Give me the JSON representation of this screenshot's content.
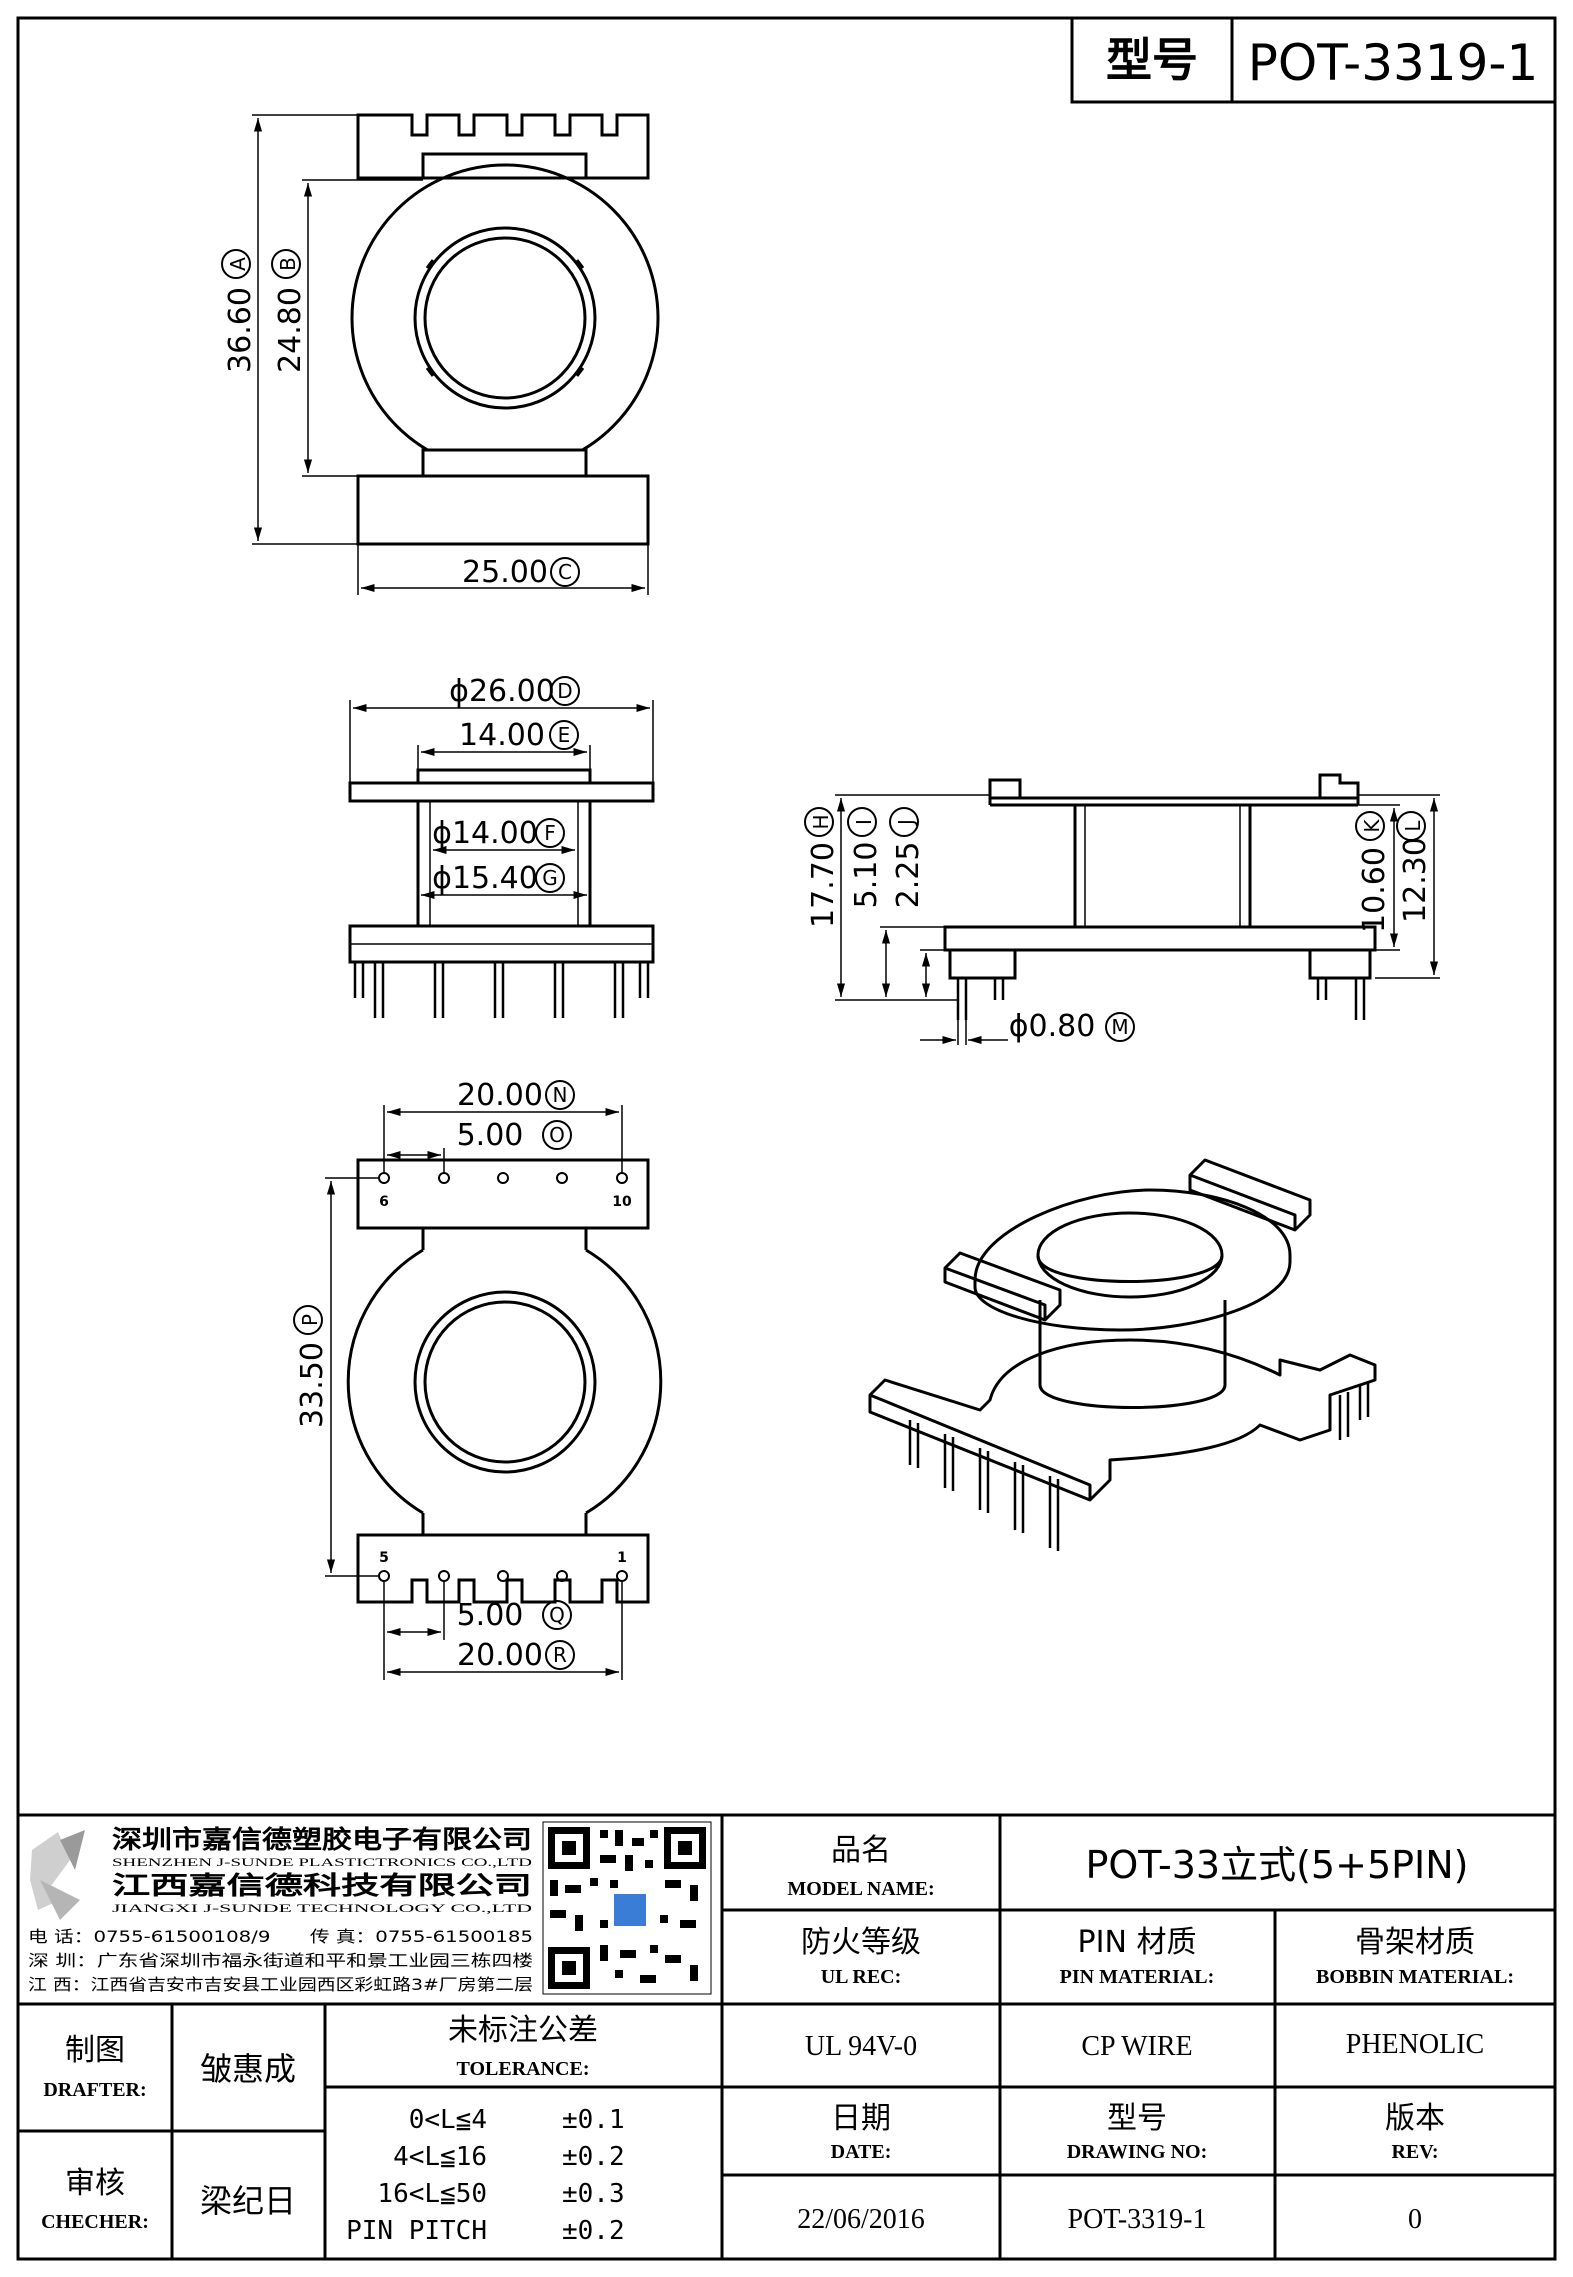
{
  "title_block": {
    "model_label": "型号",
    "model_value": "POT-3319-1"
  },
  "views": {
    "top": {
      "dim_a": "36.60",
      "dim_a_tag": "A",
      "dim_b": "24.80",
      "dim_b_tag": "B",
      "dim_c": "25.00",
      "dim_c_tag": "C"
    },
    "front": {
      "dim_d": "ϕ26.00",
      "dim_d_tag": "D",
      "dim_e": "14.00",
      "dim_e_tag": "E",
      "dim_f": "ϕ14.00",
      "dim_f_tag": "F",
      "dim_g": "ϕ15.40",
      "dim_g_tag": "G"
    },
    "side": {
      "dim_h": "17.70",
      "dim_h_tag": "H",
      "dim_i": "5.10",
      "dim_i_tag": "I",
      "dim_j": "2.25",
      "dim_j_tag": "J",
      "dim_k": "10.60",
      "dim_k_tag": "K",
      "dim_l": "12.30",
      "dim_l_tag": "L",
      "dim_m": "ϕ0.80",
      "dim_m_tag": "M"
    },
    "bottom": {
      "dim_n": "20.00",
      "dim_n_tag": "N",
      "dim_o": "5.00",
      "dim_o_tag": "O",
      "dim_p": "33.50",
      "dim_p_tag": "P",
      "dim_q": "5.00",
      "dim_q_tag": "Q",
      "dim_r": "20.00",
      "dim_r_tag": "R",
      "pin_top_left": "6",
      "pin_top_right": "10",
      "pin_bottom_left": "5",
      "pin_bottom_right": "1"
    }
  },
  "company": {
    "name_cn_1": "深圳市嘉信德塑胶电子有限公司",
    "name_en_1": "SHENZHEN J-SUNDE PLASTICTRONICS CO.,LTD",
    "name_cn_2": "江西嘉信德科技有限公司",
    "name_en_2": "JIANGXI J-SUNDE TECHNOLOGY CO.,LTD",
    "contact": "电 话：0755-61500108/9　　传 真：0755-61500185",
    "addr_sz": "深 圳：广东省深圳市福永街道和平和景工业园三栋四楼",
    "addr_jx": "江 西：江西省吉安市吉安县工业园西区彩虹路3#厂房第二层"
  },
  "table": {
    "model_name_cn": "品名",
    "model_name_en": "MODEL NAME:",
    "model_name_value": "POT-33立式(5+5PIN)",
    "ul_cn": "防火等级",
    "ul_en": "UL REC:",
    "pin_mat_cn": "PIN 材质",
    "pin_mat_en": "PIN MATERIAL:",
    "bobbin_mat_cn": "骨架材质",
    "bobbin_mat_en": "BOBBIN MATERIAL:",
    "ul_value": "UL 94V-0",
    "pin_value": "CP WIRE",
    "bobbin_value": "PHENOLIC",
    "date_cn": "日期",
    "date_en": "DATE:",
    "drawing_cn": "型号",
    "drawing_en": "DRAWING NO:",
    "rev_cn": "版本",
    "rev_en": "REV:",
    "date_value": "22/06/2016",
    "drawing_value": "POT-3319-1",
    "rev_value": "0",
    "drafter_cn": "制图",
    "drafter_en": "DRAFTER:",
    "drafter_name": "皱惠成",
    "checker_cn": "审核",
    "checker_en": "CHECHER:",
    "checker_name": "梁纪日",
    "tolerance_cn": "未标注公差",
    "tolerance_en": "TOLERANCE:",
    "tolerances": [
      {
        "range": "0<L≦4",
        "value": "±0.1"
      },
      {
        "range": "4<L≦16",
        "value": "±0.2"
      },
      {
        "range": "16<L≦50",
        "value": "±0.3"
      },
      {
        "range": "PIN PITCH",
        "value": "±0.2"
      }
    ]
  }
}
